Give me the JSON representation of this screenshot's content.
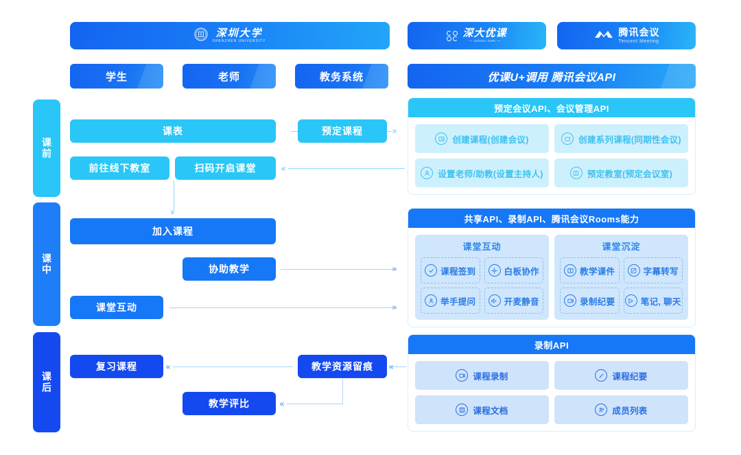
{
  "banners": {
    "szu": {
      "name_cn": "深圳大学",
      "name_en": "SHENZHEN UNIVERSITY",
      "icon": "szu-seal-icon"
    },
    "sztooc": {
      "name_cn": "深大优课",
      "name_en": "— sztooc.com —",
      "icon": "ooc-mark-icon"
    },
    "tencent": {
      "name_cn": "腾讯会议",
      "name_en": "Tencent Meeting",
      "icon": "tencent-meeting-icon"
    }
  },
  "roles": [
    {
      "label": "学生"
    },
    {
      "label": "老师"
    },
    {
      "label": "教务系统"
    }
  ],
  "api_header": "优课U+调用 腾讯会议API",
  "stages": [
    {
      "label": "课前",
      "color": "#29c6f7"
    },
    {
      "label": "课中",
      "color": "#1e7ef7"
    },
    {
      "label": "课后",
      "color": "#1449f0"
    }
  ],
  "flow": {
    "kebiao": "课表",
    "yuding_kecheng": "预定课程",
    "qianwang": "前往线下教室",
    "saoma": "扫码开启课堂",
    "jiaru": "加入课程",
    "xiezhu": "协助教学",
    "hudong": "课堂互动",
    "fuxi": "复习课程",
    "liuhen": "教学资源留痕",
    "pingbi": "教学评比"
  },
  "panels": [
    {
      "title": "预定会议API、会议管理API",
      "header_color": "#29c6f7",
      "style": "flat",
      "items": [
        {
          "label": "创建课程(创建会议)",
          "icon": "create-meeting-icon"
        },
        {
          "label": "创建系列课程(同期性会议)",
          "icon": "create-series-icon"
        },
        {
          "label": "设置老师/助教(设置主持人)",
          "icon": "set-host-icon"
        },
        {
          "label": "预定教室(预定会议室)",
          "icon": "book-room-icon"
        }
      ]
    },
    {
      "title": "共享API、录制API、腾讯会议Rooms能力",
      "header_color": "#1677f7",
      "style": "grouped",
      "groups": [
        {
          "title": "课堂互动",
          "items": [
            {
              "label": "课程签到",
              "icon": "check-circle-icon"
            },
            {
              "label": "白板协作",
              "icon": "whiteboard-icon"
            },
            {
              "label": "举手提问",
              "icon": "raise-hand-icon"
            },
            {
              "label": "开麦静音",
              "icon": "microphone-icon"
            }
          ]
        },
        {
          "title": "课堂沉淀",
          "items": [
            {
              "label": "教学课件",
              "icon": "slides-icon"
            },
            {
              "label": "字幕转写",
              "icon": "caption-icon"
            },
            {
              "label": "录制纪要",
              "icon": "record-summary-icon"
            },
            {
              "label": "笔记, 聊天",
              "icon": "notes-chat-icon"
            }
          ]
        }
      ]
    },
    {
      "title": "录制API",
      "header_color": "#1677f7",
      "style": "flat",
      "items": [
        {
          "label": "课程录制",
          "icon": "video-record-icon"
        },
        {
          "label": "课程纪要",
          "icon": "edit-pen-icon"
        },
        {
          "label": "课程文档",
          "icon": "document-icon"
        },
        {
          "label": "成员列表",
          "icon": "members-icon"
        }
      ]
    }
  ],
  "colors": {
    "cyan": "#29c6f7",
    "blue": "#1677f7",
    "deep_blue": "#1449f0",
    "item_cyan_bg": "#cdf0fd",
    "item_blue_bg": "#cfe3fb",
    "line": "#a9d5fb"
  },
  "chevrons": {
    "right": "»",
    "down": "»"
  }
}
